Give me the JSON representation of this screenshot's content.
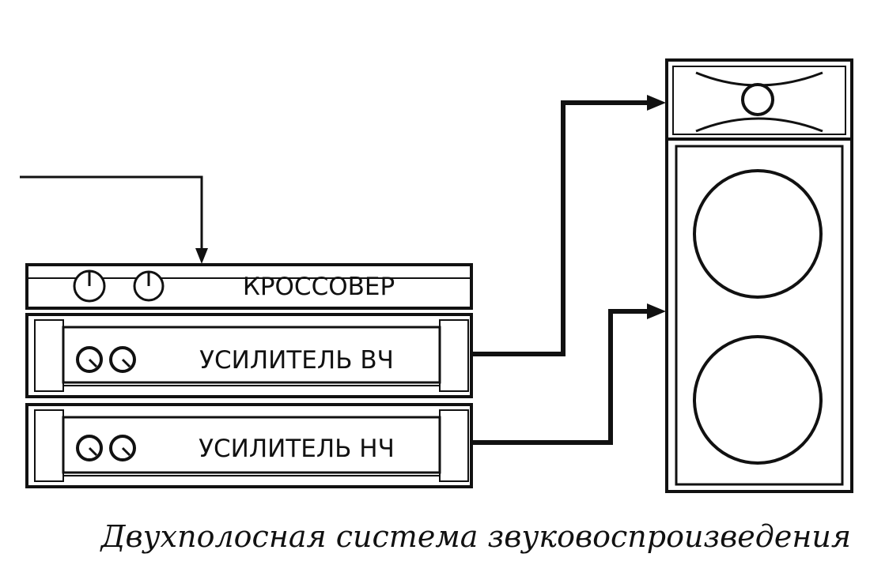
{
  "crossover": {
    "label": "КРОССОВЕР"
  },
  "amp_hf": {
    "label": "УСИЛИТЕЛЬ ВЧ"
  },
  "amp_lf": {
    "label": "УСИЛИТЕЛЬ НЧ"
  },
  "caption": "Двухполосная система звуковоспроизведения",
  "colors": {
    "ink": "#111111",
    "background": "#ffffff"
  }
}
